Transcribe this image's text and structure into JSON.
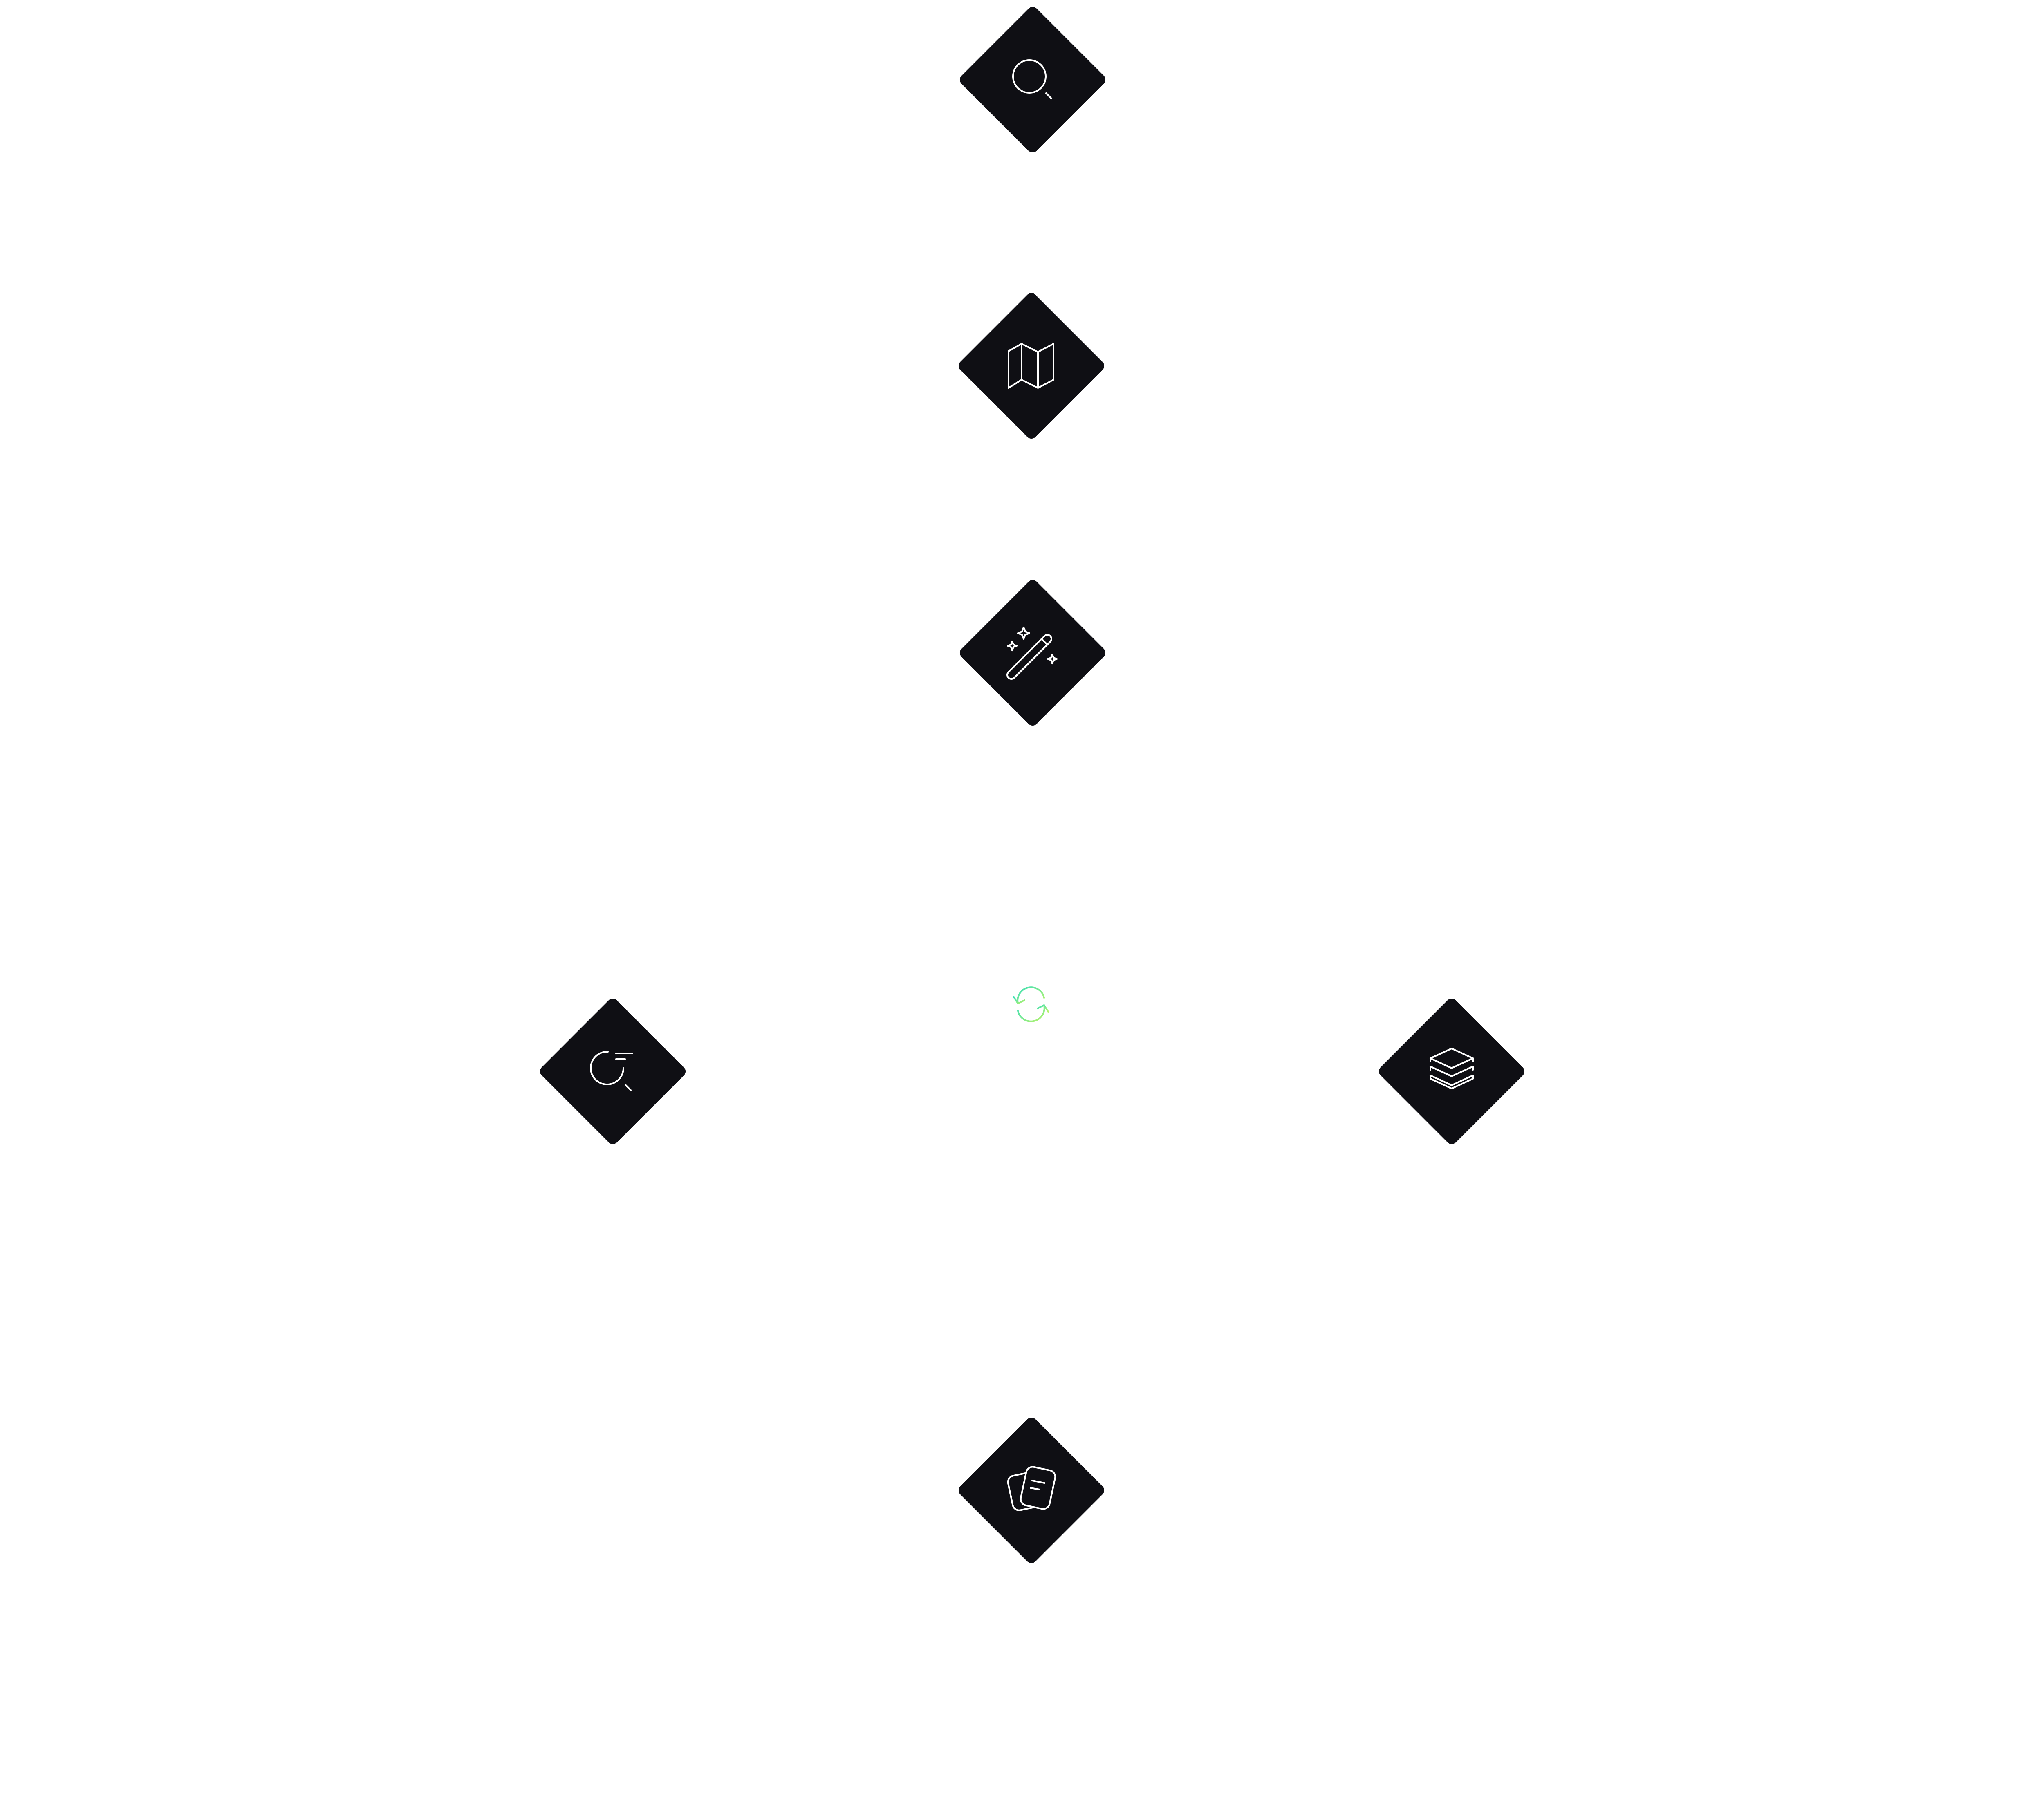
{
  "colors": {
    "background": "#ffffff",
    "node_fill": "#0f0f14",
    "icon_stroke": "#ffffff",
    "sync_gradient_start": "#3fe0b8",
    "sync_gradient_end": "#b8f36a"
  },
  "nodes": [
    {
      "id": "search",
      "icon": "search-icon"
    },
    {
      "id": "map",
      "icon": "map-icon"
    },
    {
      "id": "magic",
      "icon": "magic-wand-icon"
    },
    {
      "id": "research",
      "icon": "search-filter-icon"
    },
    {
      "id": "layers",
      "icon": "layers-icon"
    },
    {
      "id": "cards",
      "icon": "cards-icon"
    }
  ],
  "center": {
    "icon": "refresh-icon"
  }
}
